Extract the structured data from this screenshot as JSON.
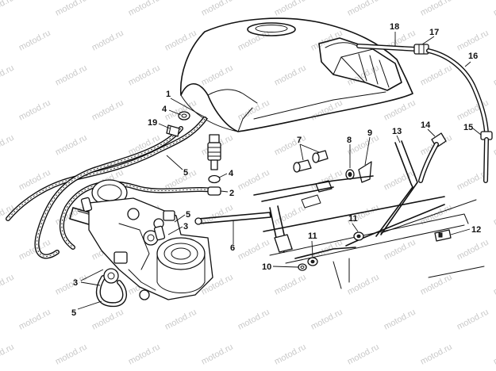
{
  "diagram": {
    "watermark_text": "motod.ru",
    "callouts": [
      {
        "id": "c1",
        "label": "1"
      },
      {
        "id": "c4a",
        "label": "4"
      },
      {
        "id": "c19",
        "label": "19"
      },
      {
        "id": "c5a",
        "label": "5"
      },
      {
        "id": "c4b",
        "label": "4"
      },
      {
        "id": "c2",
        "label": "2"
      },
      {
        "id": "c5b",
        "label": "5"
      },
      {
        "id": "c3a",
        "label": "3"
      },
      {
        "id": "c6",
        "label": "6"
      },
      {
        "id": "c3b",
        "label": "3"
      },
      {
        "id": "c5c",
        "label": "5"
      },
      {
        "id": "c7",
        "label": "7"
      },
      {
        "id": "c8",
        "label": "8"
      },
      {
        "id": "c9",
        "label": "9"
      },
      {
        "id": "c13",
        "label": "13"
      },
      {
        "id": "c14",
        "label": "14"
      },
      {
        "id": "c18",
        "label": "18"
      },
      {
        "id": "c17",
        "label": "17"
      },
      {
        "id": "c16",
        "label": "16"
      },
      {
        "id": "c15",
        "label": "15"
      },
      {
        "id": "c11a",
        "label": "11"
      },
      {
        "id": "c11b",
        "label": "11"
      },
      {
        "id": "c10",
        "label": "10"
      },
      {
        "id": "c12",
        "label": "12"
      }
    ]
  }
}
